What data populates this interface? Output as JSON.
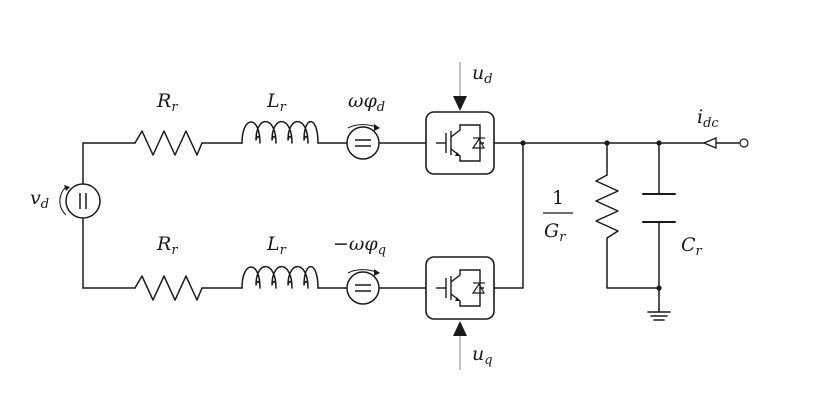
{
  "diagram": {
    "source_voltage": {
      "main": "v",
      "sub": "d"
    },
    "top_branch": {
      "resistor": {
        "main": "R",
        "sub": "r"
      },
      "inductor": {
        "main": "L",
        "sub": "r"
      },
      "dependent_source": {
        "main": "ωφ",
        "sub": "d"
      },
      "control_input": {
        "main": "u",
        "sub": "d"
      }
    },
    "bottom_branch": {
      "resistor": {
        "main": "R",
        "sub": "r"
      },
      "inductor": {
        "main": "L",
        "sub": "r"
      },
      "dependent_source": {
        "main": "−ωφ",
        "sub": "q"
      },
      "control_input": {
        "main": "u",
        "sub": "q"
      }
    },
    "dc_side": {
      "conductance": {
        "numerator": "1",
        "denominator_main": "G",
        "denominator_sub": "r"
      },
      "capacitor": {
        "main": "C",
        "sub": "r"
      },
      "current": {
        "main": "i",
        "sub": "dc"
      }
    }
  },
  "colors": {
    "line": "#1a1a1a",
    "control_line": "#9a9a9a",
    "background": "#ffffff"
  }
}
